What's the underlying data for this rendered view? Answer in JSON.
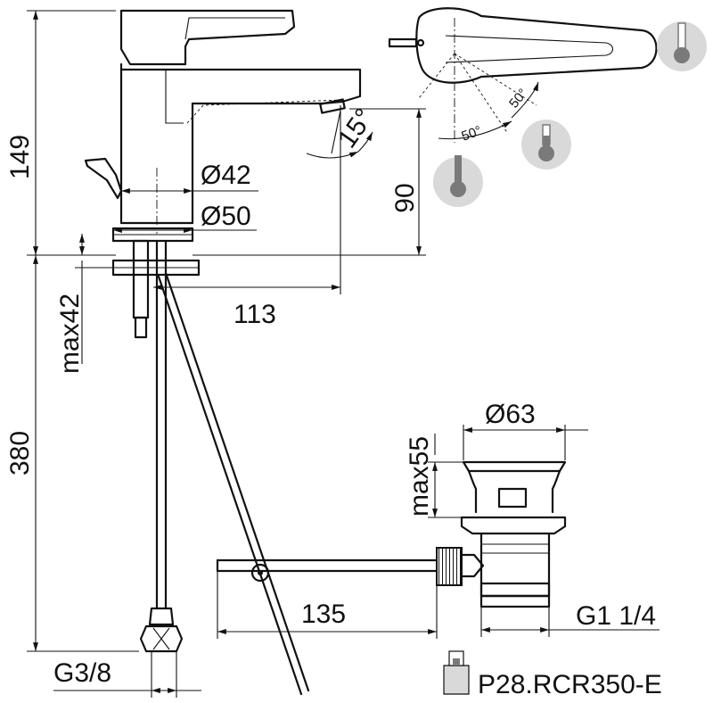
{
  "dimensions": {
    "height_total": "149",
    "spout_height": "90",
    "base_diameter": "Ø42",
    "flange_diameter": "Ø50",
    "spout_reach": "113",
    "max_deck_thickness": "max42",
    "hose_length": "380",
    "hose_connection": "G3/8",
    "waste_diameter": "Ø63",
    "waste_max_height": "max55",
    "pull_rod_length": "135",
    "waste_thread": "G1 1/4"
  },
  "angles": {
    "spout_tilt": "15°",
    "lever_cold": "50°",
    "lever_hot": "50°"
  },
  "cartridge_code": "P28.RCR350-E",
  "colors": {
    "line": "#111111",
    "thermo_disc": "#d9d9d9",
    "thermo_bulb": "#7a7a7a"
  },
  "icons": [
    "thermometer-icon-left",
    "thermometer-icon-middle",
    "thermometer-icon-right",
    "cartridge-icon"
  ]
}
